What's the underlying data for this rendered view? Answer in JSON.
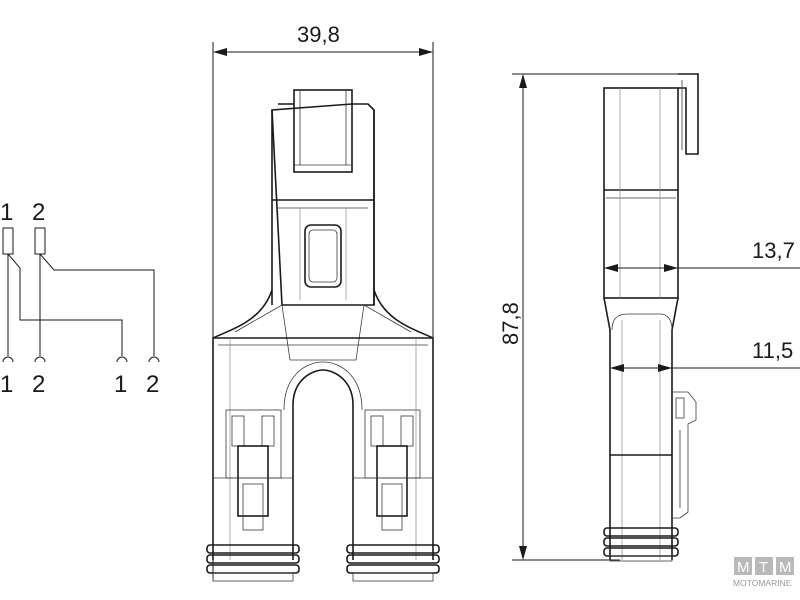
{
  "dimensions": {
    "width_front": "39,8",
    "height_side": "87,8",
    "depth_upper": "13,7",
    "depth_lower": "11,5"
  },
  "schematic": {
    "input_pin_1": "1",
    "input_pin_2": "2",
    "output_pin_1a": "1",
    "output_pin_2a": "2",
    "output_pin_1b": "1",
    "output_pin_2b": "2"
  },
  "watermark": {
    "letters": [
      "M",
      "T",
      "M"
    ],
    "brand": "MOTOMARINE"
  }
}
